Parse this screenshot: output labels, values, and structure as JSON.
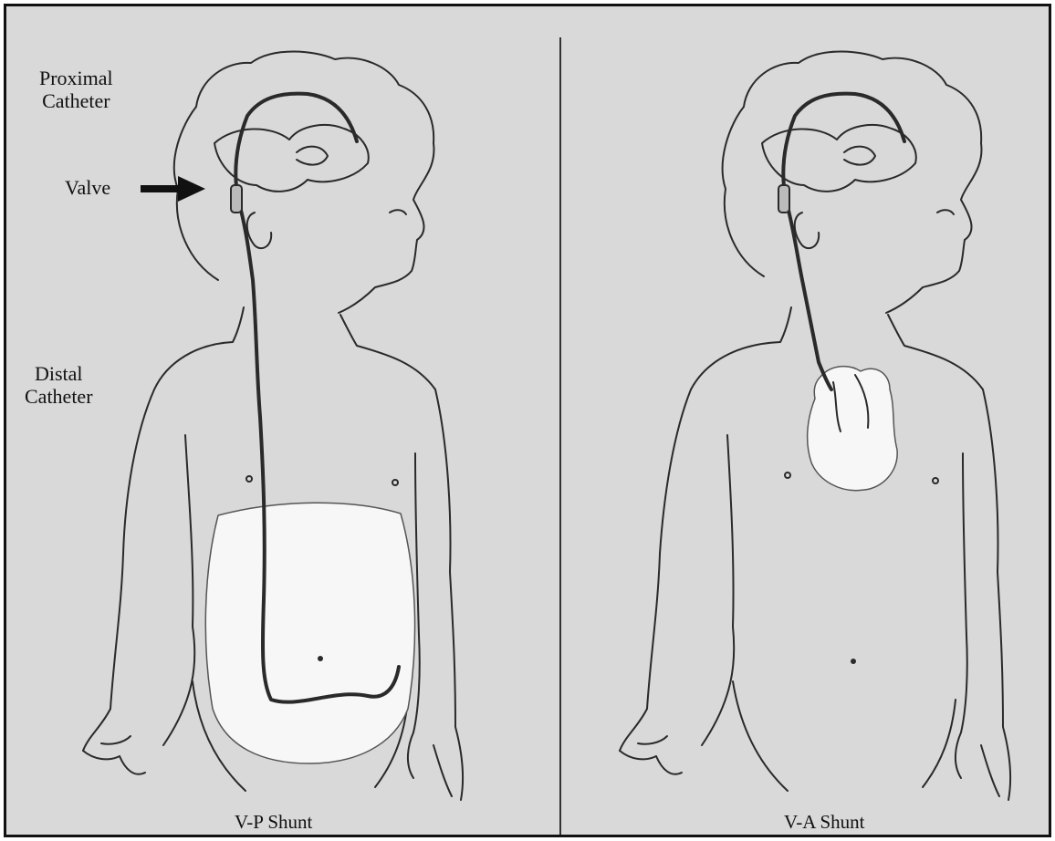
{
  "colors": {
    "background": "#d9d9d9",
    "line": "#2a2a2a",
    "highlight": "#f7f7f7",
    "border": "#111111"
  },
  "labels": {
    "proximal_line1": "Proximal",
    "proximal_line2": "Catheter",
    "valve": "Valve",
    "distal_line1": "Distal",
    "distal_line2": "Catheter"
  },
  "panels": {
    "left_caption": "V-P Shunt",
    "right_caption": "V-A Shunt"
  },
  "icons": {
    "arrow": "arrow-right-icon"
  }
}
